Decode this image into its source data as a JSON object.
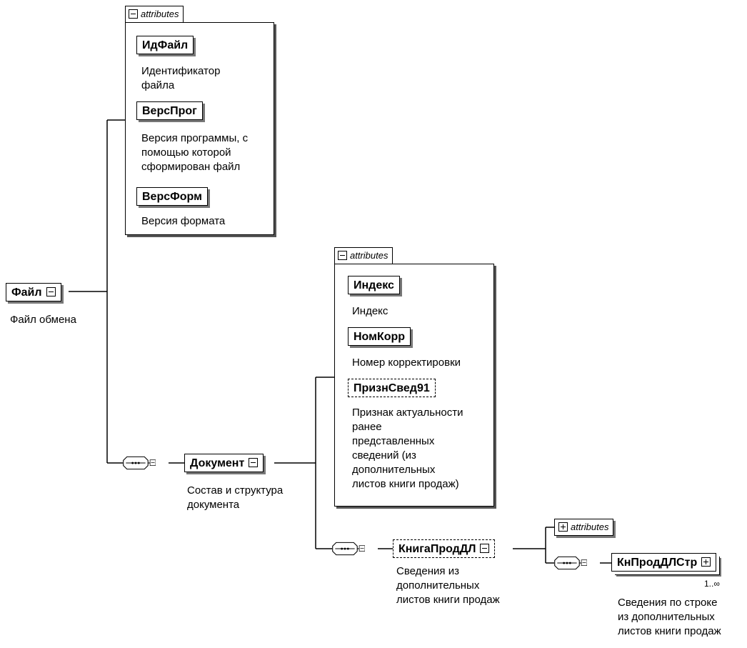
{
  "root": {
    "name": "Файл",
    "description": "Файл обмена"
  },
  "root_attributes": {
    "tab_label": "attributes",
    "items": [
      {
        "name": "ИдФайл",
        "description": "Идентификатор\nфайла"
      },
      {
        "name": "ВерсПрог",
        "description": "Версия программы, с\nпомощью которой\nсформирован файл"
      },
      {
        "name": "ВерсФорм",
        "description": "Версия формата"
      }
    ]
  },
  "document": {
    "name": "Документ",
    "description": "Состав и структура\nдокумента"
  },
  "document_attributes": {
    "tab_label": "attributes",
    "items": [
      {
        "name": "Индекс",
        "description": "Индекс"
      },
      {
        "name": "НомКорр",
        "description": "Номер корректировки"
      },
      {
        "name": "ПризнСвед91",
        "description": "Признак актуальности\nранее\nпредставленных\nсведений (из\nдополнительных\nлистов книги продаж)"
      }
    ]
  },
  "book": {
    "name": "КнигаПродДЛ",
    "description": "Сведения из\nдополнительных\nлистов книги продаж"
  },
  "book_attributes": {
    "tab_label": "attributes"
  },
  "book_row": {
    "name": "КнПродДЛСтр",
    "occurrence": "1..∞",
    "description": "Сведения по строке\nиз дополнительных\nлистов книги продаж"
  }
}
